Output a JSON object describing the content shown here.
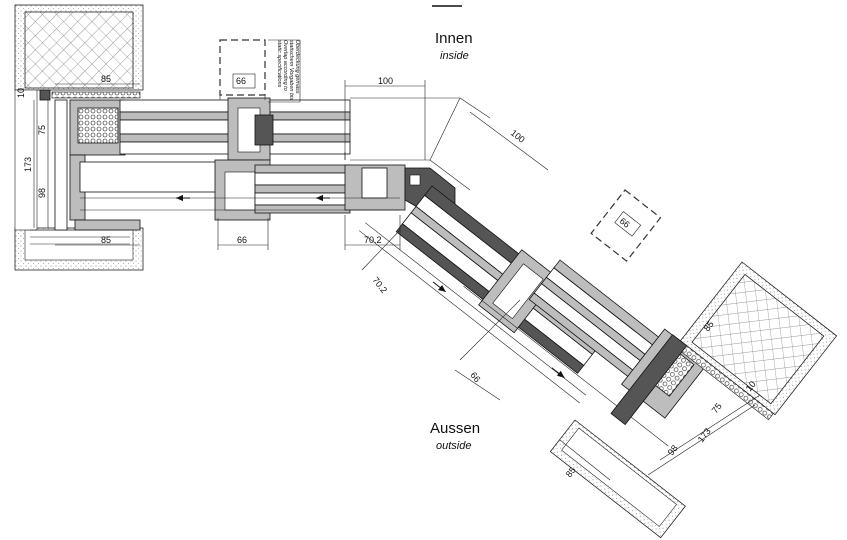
{
  "labels": {
    "inside_de": "Innen",
    "inside_en": "inside",
    "outside_de": "Aussen",
    "outside_en": "outside",
    "note": [
      "Überdeckung gemäss",
      "statischem Vorgaben bis",
      "Overlap according to",
      "static specifications"
    ]
  },
  "dimensions": {
    "d85_top": "85",
    "d10_top": "10",
    "d75_left": "75",
    "d173_left": "173",
    "d98_left": "98",
    "d85_bottom": "85",
    "d66_block": "66",
    "d66_bottom": "66",
    "d100_top": "100",
    "d100_diag": "100",
    "d70_2_top": "70.2",
    "d70_2_diag": "70.2",
    "d66_diag": "66",
    "d66_block_right": "66",
    "d85_right": "85",
    "d10_right": "10",
    "d75_right": "75",
    "d173_right": "173",
    "d98_right": "98",
    "d85_right_bottom": "85"
  }
}
